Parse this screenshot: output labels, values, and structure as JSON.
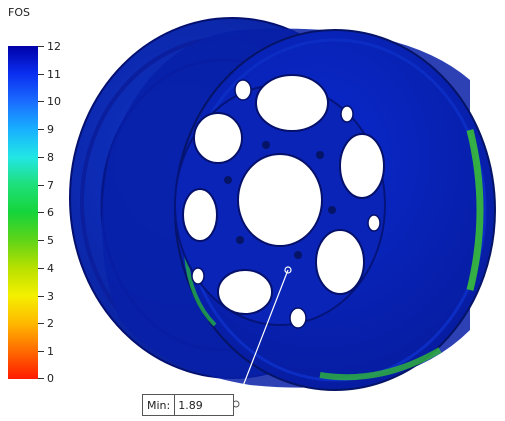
{
  "legend": {
    "title": "FOS",
    "ticks": [
      "12",
      "11",
      "10",
      "9",
      "8",
      "7",
      "6",
      "5",
      "4",
      "3",
      "2",
      "1",
      "0"
    ]
  },
  "probe": {
    "label": "Min:",
    "value": "1.89"
  },
  "colors": {
    "max": "#0000a8",
    "min": "#ff1a00"
  }
}
